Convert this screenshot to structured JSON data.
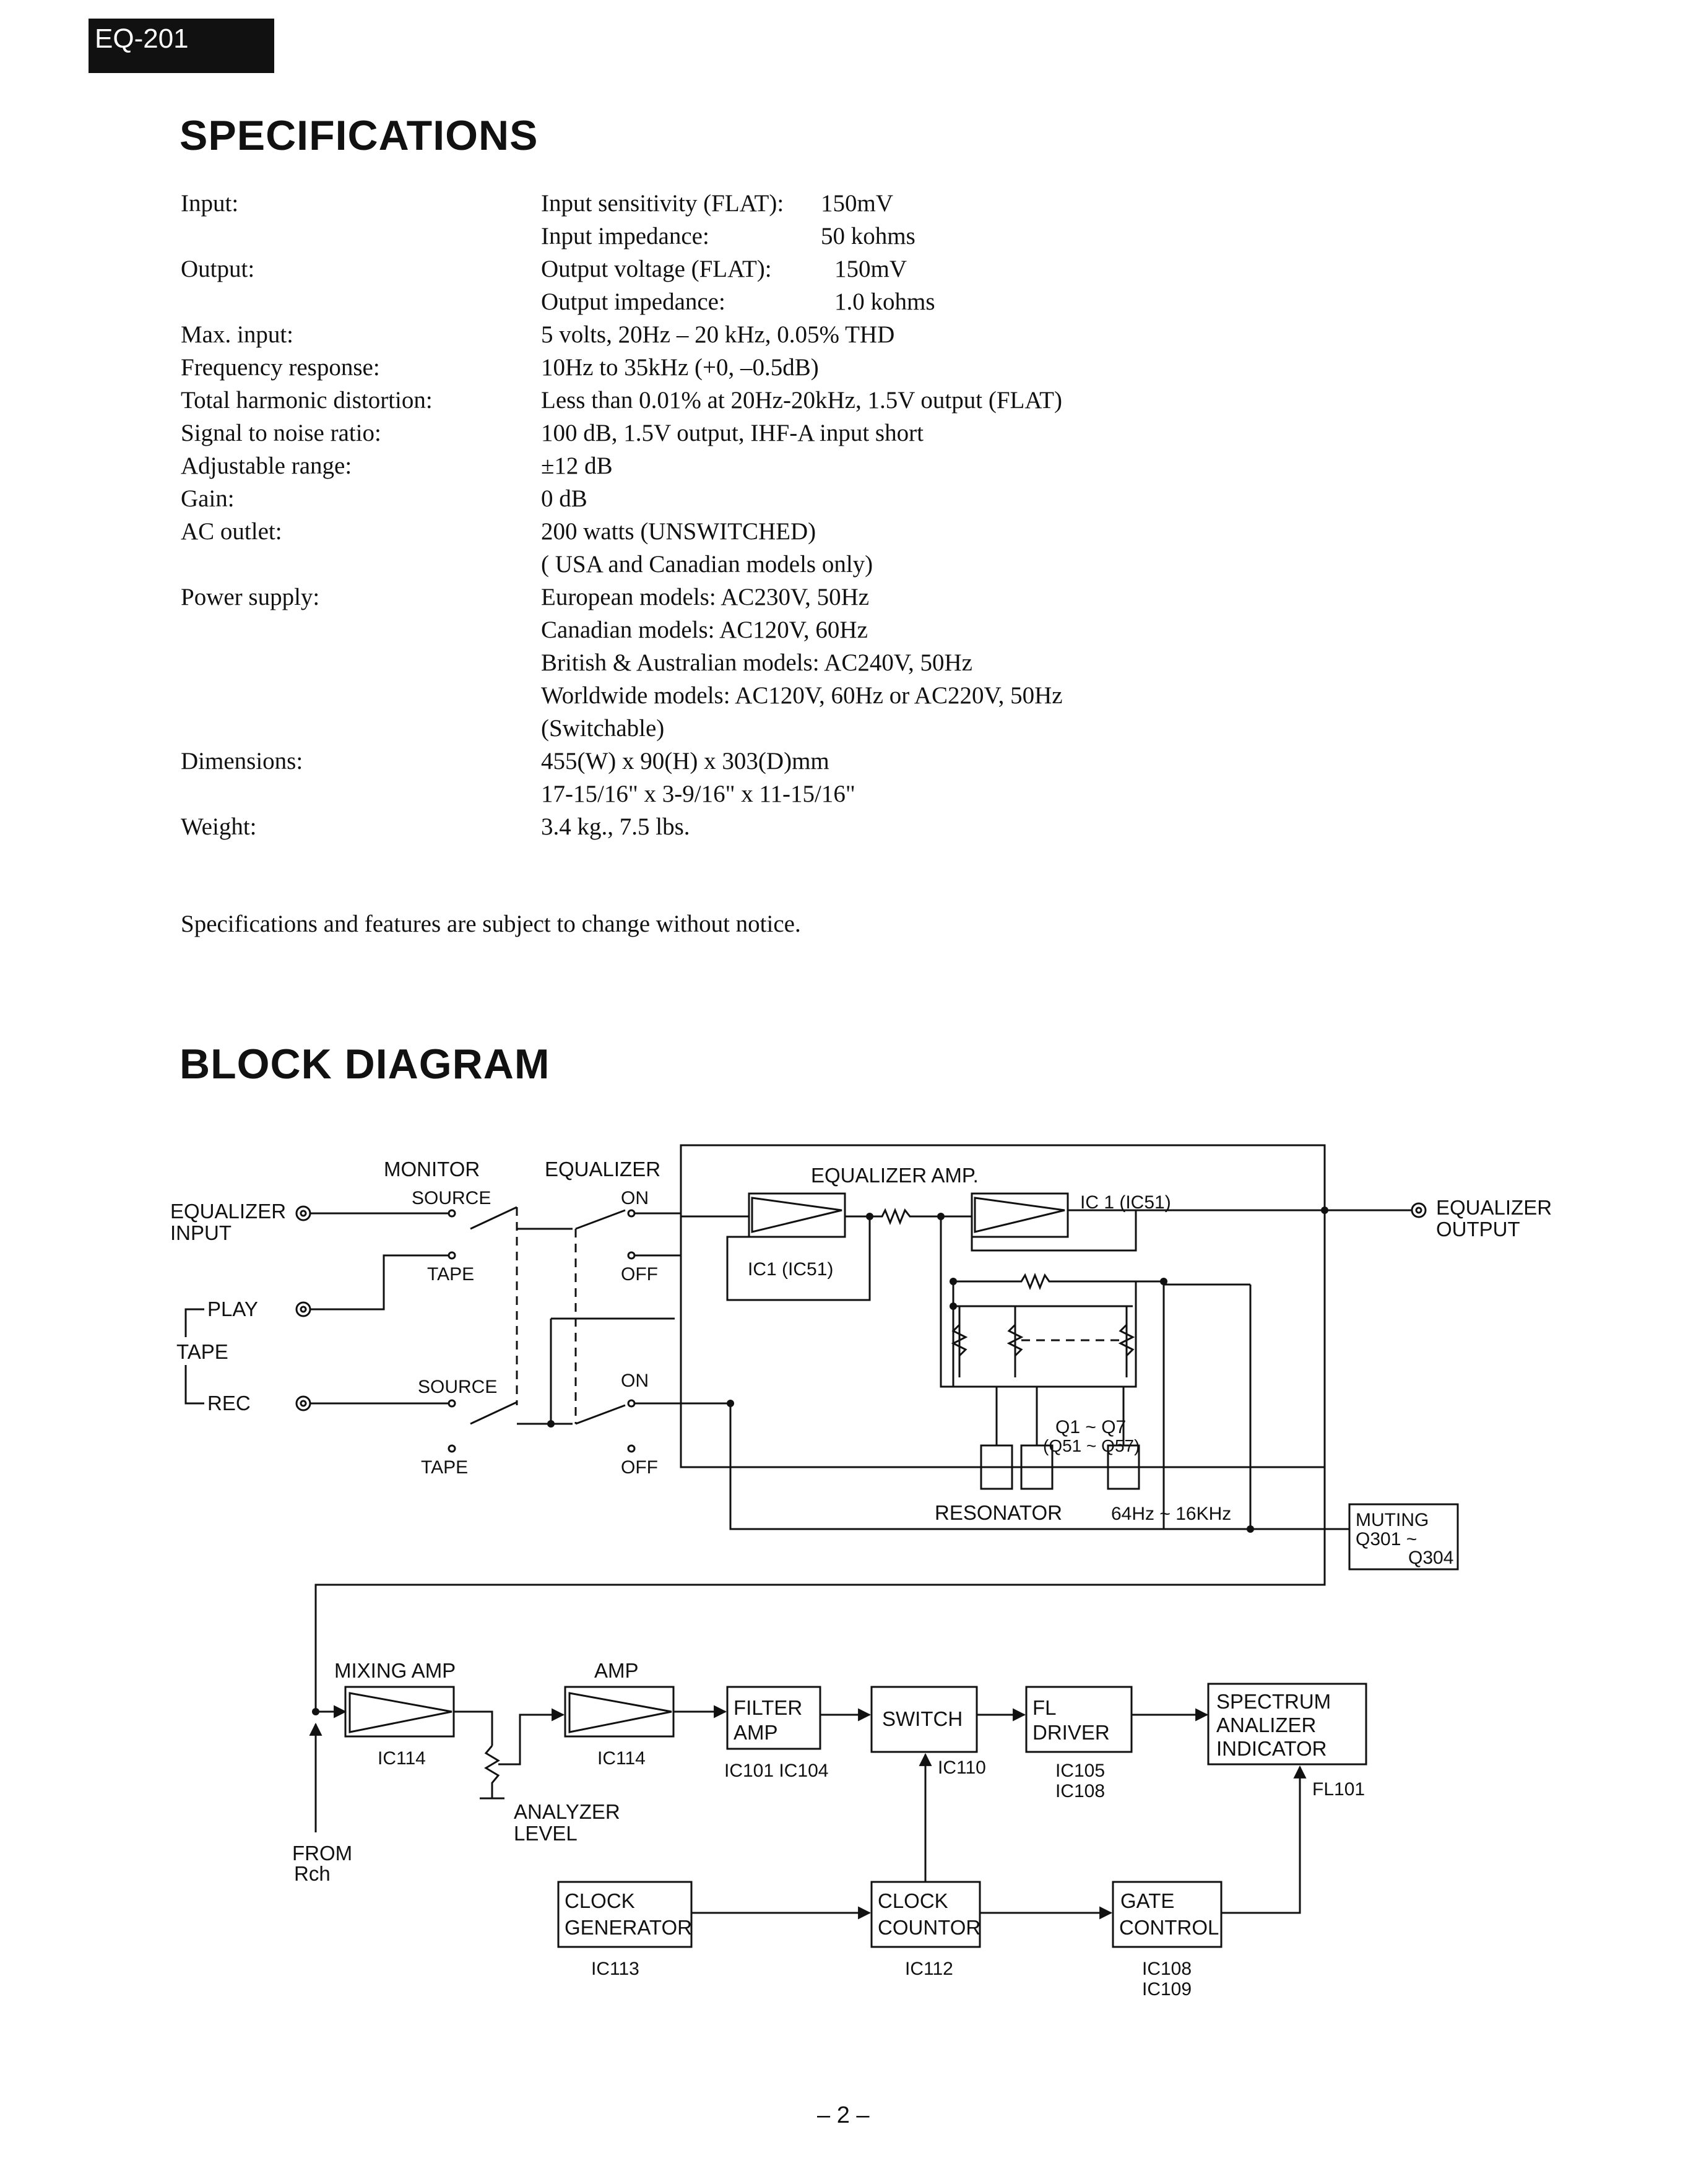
{
  "header": {
    "model_tag": "EQ-201"
  },
  "specifications": {
    "heading": "SPECIFICATIONS",
    "rows": [
      {
        "label": "Input:",
        "values": [
          [
            "Input sensitivity (FLAT):",
            "150mV"
          ],
          [
            "Input impedance:",
            "50 kohms"
          ]
        ]
      },
      {
        "label": "Output:",
        "values": [
          [
            "Output voltage (FLAT):",
            "150mV"
          ],
          [
            "Output impedance:",
            "1.0 kohms"
          ]
        ]
      },
      {
        "label": "Max. input:",
        "values": [
          [
            "5 volts, 20Hz – 20 kHz, 0.05% THD"
          ]
        ]
      },
      {
        "label": "Frequency response:",
        "values": [
          [
            "10Hz to 35kHz (+0, –0.5dB)"
          ]
        ]
      },
      {
        "label": "Total harmonic distortion:",
        "values": [
          [
            "Less than 0.01% at 20Hz-20kHz, 1.5V output (FLAT)"
          ]
        ]
      },
      {
        "label": "Signal to noise ratio:",
        "values": [
          [
            "100 dB, 1.5V output, IHF-A input short"
          ]
        ]
      },
      {
        "label": "Adjustable range:",
        "values": [
          [
            "±12 dB"
          ]
        ]
      },
      {
        "label": "Gain:",
        "values": [
          [
            "0 dB"
          ]
        ]
      },
      {
        "label": "AC outlet:",
        "values": [
          [
            "200 watts (UNSWITCHED)"
          ],
          [
            "( USA and Canadian models only)"
          ]
        ]
      },
      {
        "label": "Power supply:",
        "values": [
          [
            "European models:  AC230V, 50Hz"
          ],
          [
            "Canadian models:  AC120V, 60Hz"
          ],
          [
            "British & Australian models:  AC240V, 50Hz"
          ],
          [
            "Worldwide models: AC120V, 60Hz or AC220V, 50Hz"
          ],
          [
            "(Switchable)"
          ]
        ]
      },
      {
        "label": "Dimensions:",
        "values": [
          [
            "455(W) x 90(H) x 303(D)mm"
          ],
          [
            "17-15/16\" x 3-9/16\" x 11-15/16\""
          ]
        ]
      },
      {
        "label": "Weight:",
        "values": [
          [
            "3.4 kg., 7.5 lbs."
          ]
        ]
      }
    ],
    "note": "Specifications and features are subject to change without notice."
  },
  "block_diagram": {
    "heading": "BLOCK DIAGRAM",
    "labels": {
      "eq_input_1": "EQUALIZER",
      "eq_input_2": "INPUT",
      "monitor": "MONITOR",
      "equalizer_sw": "EQUALIZER",
      "source_top": "SOURCE",
      "tape_top": "TAPE",
      "on_top": "ON",
      "off_top": "OFF",
      "play": "PLAY",
      "tape_group": "TAPE",
      "rec": "REC",
      "source_bottom": "SOURCE",
      "tape_bottom": "TAPE",
      "on_bottom": "ON",
      "off_bottom": "OFF",
      "eq_amp": "EQUALIZER AMP.",
      "ic1_left": "IC1  (IC51)",
      "ic1_right": "IC 1  (IC51)",
      "q1_q7": "Q1 ~ Q7",
      "q51_q57": "(Q51 ~ Q57)",
      "resonator": "RESONATOR",
      "freq_range": "64Hz ~ 16KHz",
      "eq_output_1": "EQUALIZER",
      "eq_output_2": "OUTPUT",
      "muting_1": "MUTING",
      "muting_2": "Q301 ~",
      "muting_3": "Q304",
      "mixing_amp": "MIXING AMP",
      "amp": "AMP",
      "ic114_a": "IC114",
      "ic114_b": "IC114",
      "from_1": "FROM",
      "from_2": "Rch",
      "analyzer_1": "ANALYZER",
      "analyzer_2": "LEVEL",
      "filter_1": "FILTER",
      "filter_2": "AMP",
      "filter_ic": "IC101  IC104",
      "switch": "SWITCH",
      "switch_ic": "IC110",
      "fl_1": "FL",
      "fl_2": "DRIVER",
      "fl_ic1": "IC105",
      "fl_ic2": "IC108",
      "spec_1": "SPECTRUM",
      "spec_2": "ANALIZER",
      "spec_3": "INDICATOR",
      "spec_ic": "FL101",
      "clkgen_1": "CLOCK",
      "clkgen_2": "GENERATOR",
      "clkgen_ic": "IC113",
      "clkcnt_1": "CLOCK",
      "clkcnt_2": "COUNTOR",
      "clkcnt_ic": "IC112",
      "gate_1": "GATE",
      "gate_2": "CONTROL",
      "gate_ic1": "IC108",
      "gate_ic2": "IC109"
    }
  },
  "footer": {
    "page_number": "– 2 –"
  }
}
